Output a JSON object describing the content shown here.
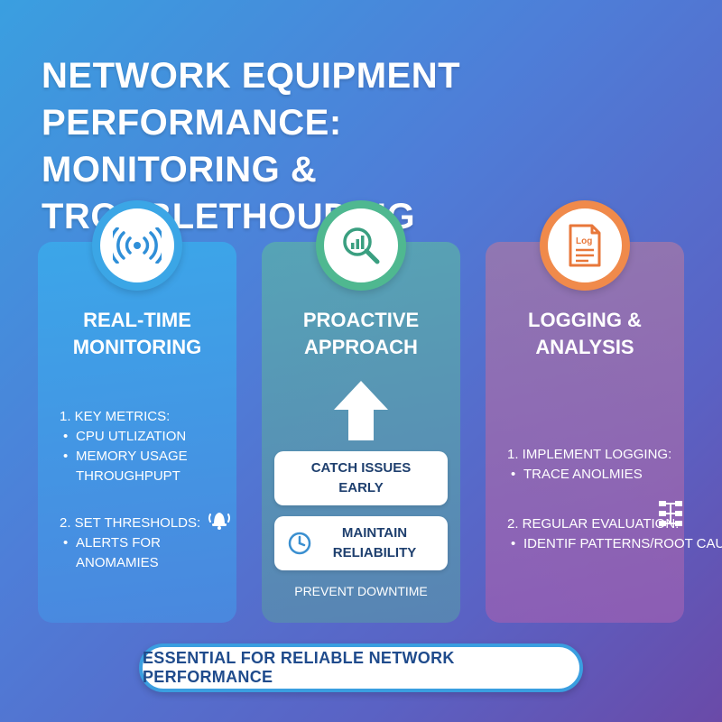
{
  "title": {
    "line1": "NETWORK EQUIPMENT PERFORMANCE:",
    "line2": "MONITORING & TROUBLETHOUDING"
  },
  "cards": [
    {
      "heading_line1": "REAL-TIME",
      "heading_line2": "MONITORING",
      "icon": "signal-waves-icon",
      "items": {
        "key_metrics": "1. KEY METRICS:",
        "cpu": "CPU UTLIZATION",
        "memory": "MEMORY USAGE",
        "throughput": "THROUGHPUPT",
        "set_thresholds": "2. SET THRESHOLDS:",
        "alerts": "ALERTS FOR ANOMAMIES"
      }
    },
    {
      "heading_line1": "PROACTIVE",
      "heading_line2": "APPROACH",
      "icon": "chart-magnifier-icon",
      "catch_line1": "CATCH ISSUES",
      "catch_line2": "EARLY",
      "maintain_line1": "MAINTAIN",
      "maintain_line2": "RELIABILITY",
      "prevent": "PREVENT DOWNTIME"
    },
    {
      "heading_line1": "LOGGING &",
      "heading_line2": "ANALYSIS",
      "icon": "log-document-icon",
      "icon_label": "Log",
      "items": {
        "implement": "1. IMPLEMENT LOGGING:",
        "trace": "TRACE ANOLMIES",
        "regular": "2. REGULAR EVALUATION:",
        "identify": "IDENTIF PATTERNS/ROOT CAUSES"
      }
    }
  ],
  "footer": "ESSENTIAL FOR RELIABLE NETWORK PERFORMANCE",
  "colors": {
    "accent_blue": "#3ba6e6",
    "accent_green": "#4fb890",
    "accent_orange": "#f08a4b",
    "text_dark": "#1e3f6e"
  }
}
